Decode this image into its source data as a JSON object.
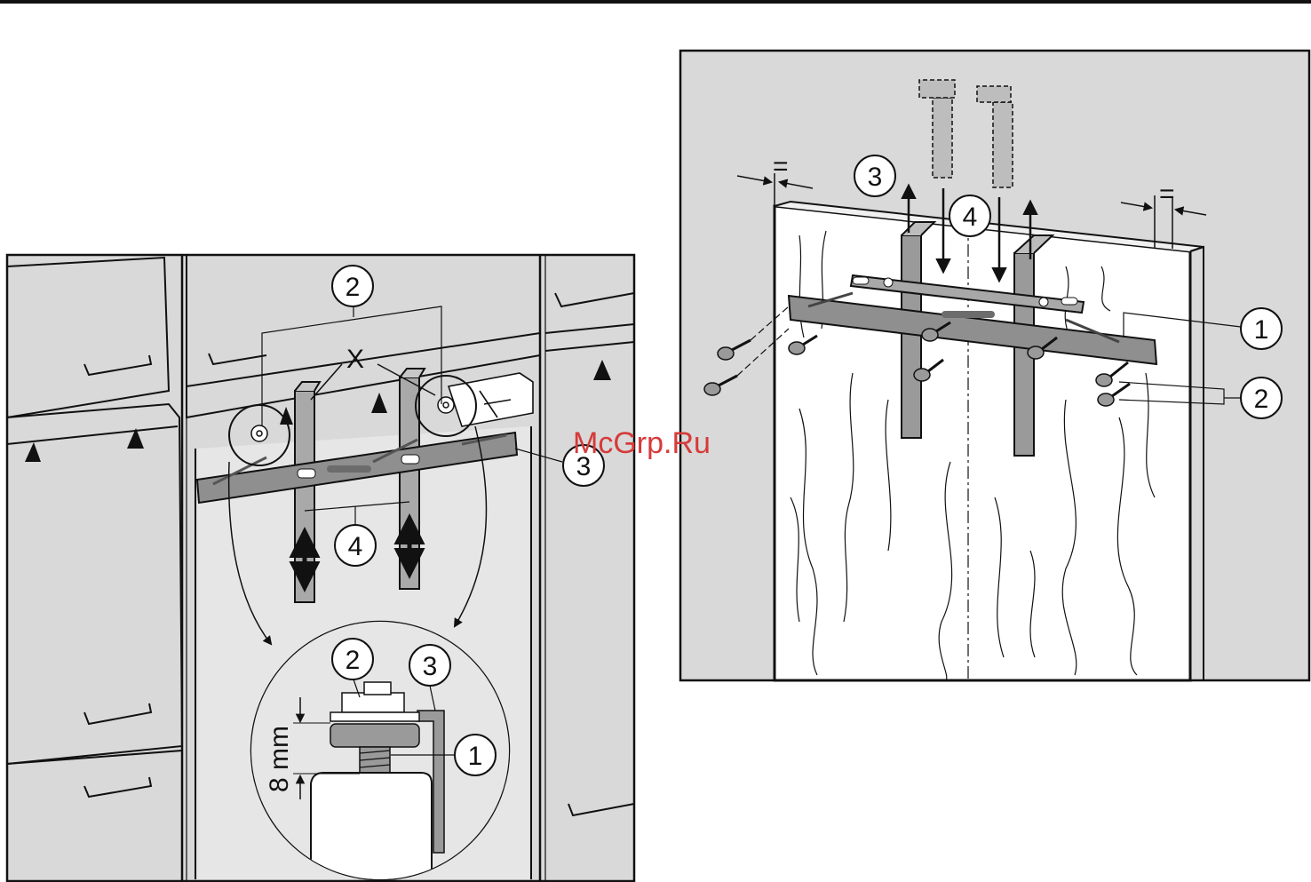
{
  "page": {
    "watermark": "McGrp.Ru"
  },
  "left_figure": {
    "callouts": {
      "c2_top": "2",
      "c3_side": "3",
      "c4_mid": "4",
      "c2_detail": "2",
      "c3_detail": "3",
      "c1_detail": "1"
    },
    "x_marker": "X",
    "dimension_label": "8 mm"
  },
  "right_figure": {
    "callouts": {
      "c3": "3",
      "c4": "4",
      "c1": "1",
      "c2": "2"
    },
    "equal_left": "=",
    "equal_right": "="
  },
  "colors": {
    "line": "#111111",
    "steel": "#8f8f8f",
    "panel_grey": "#d9d9d9",
    "watermark": "#d63a3a"
  }
}
